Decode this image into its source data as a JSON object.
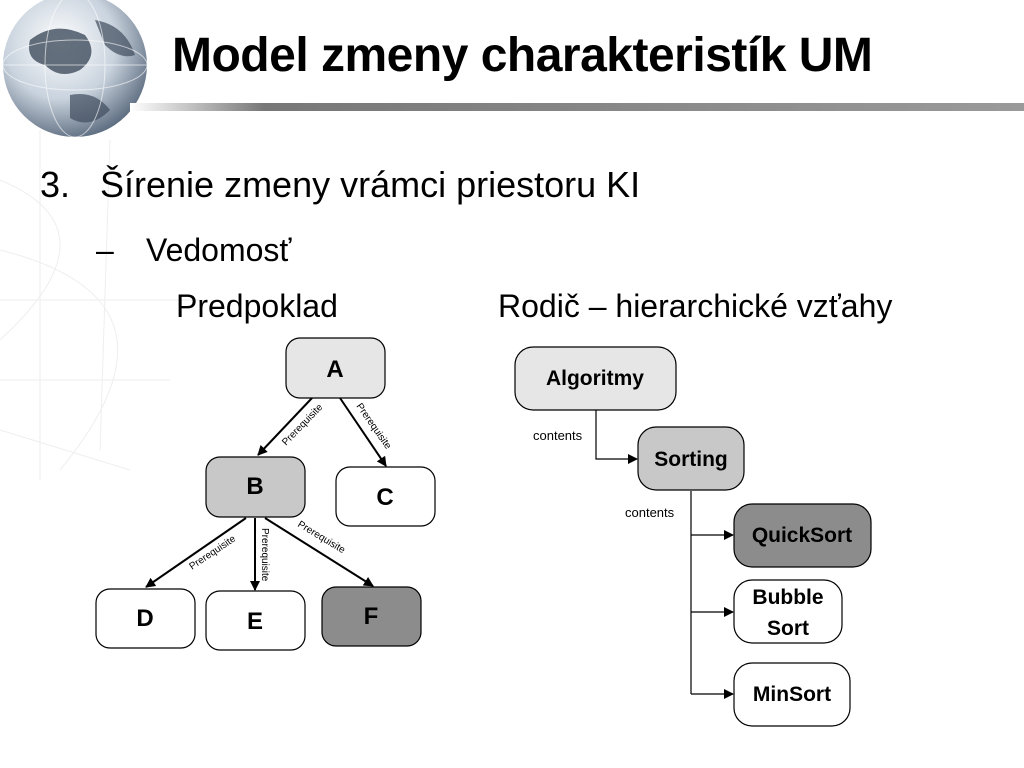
{
  "slide": {
    "title": "Model zmeny charakteristík UM",
    "bullet1": {
      "number": "3.",
      "text": "Šírenie zmeny vrámci priestoru KI"
    },
    "bullet2": {
      "dash": "–",
      "text": "Vedomosť"
    },
    "sub_left": "Predpoklad",
    "sub_right": "Rodič – hierarchické vzťahy"
  },
  "prerequisite_diagram": {
    "nodes": {
      "A": "A",
      "B": "B",
      "C": "C",
      "D": "D",
      "E": "E",
      "F": "F"
    },
    "edge_label": "Prerequisite",
    "edges": [
      {
        "from": "A",
        "to": "B",
        "label": "Prerequisite"
      },
      {
        "from": "A",
        "to": "C",
        "label": "Prerequisite"
      },
      {
        "from": "B",
        "to": "D",
        "label": "Prerequisite"
      },
      {
        "from": "B",
        "to": "E",
        "label": "Prerequisite"
      },
      {
        "from": "B",
        "to": "F",
        "label": "Prerequisite"
      }
    ]
  },
  "hierarchy_diagram": {
    "nodes": {
      "algoritmy": "Algoritmy",
      "sorting": "Sorting",
      "quicksort": "QuickSort",
      "bubble_line1": "Bubble",
      "bubble_line2": "Sort",
      "minsort": "MinSort"
    },
    "contents_label_1": "contents",
    "contents_label_2": "contents"
  },
  "colors": {
    "node_white": "#ffffff",
    "node_light": "#e6e6e6",
    "node_mid": "#c8c8c8",
    "node_dark": "#8c8c8c"
  }
}
